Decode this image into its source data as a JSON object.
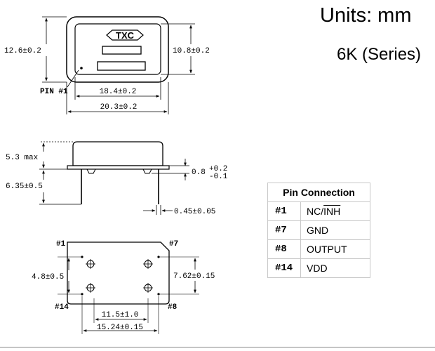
{
  "header": {
    "units": "Units: mm",
    "series": "6K (Series)"
  },
  "top_view": {
    "logo": "TXC",
    "height_outer": "12.6±0.2",
    "height_inner": "10.8±0.2",
    "pin1_label": "PIN #1",
    "width_inner": "18.4±0.2",
    "width_outer": "20.3±0.2"
  },
  "side_view": {
    "max_height": "5.3 max",
    "lead_length": "6.35±0.5",
    "standoff_value": "0.8",
    "standoff_tol_plus": "+0.2",
    "standoff_tol_minus": "-0.1",
    "lead_diameter": "0.45±0.05"
  },
  "bottom_view": {
    "pin1": "#1",
    "pin7": "#7",
    "pin8": "#8",
    "pin14": "#14",
    "pitch_vertical": "4.8±0.5",
    "body_height": "7.62±0.15",
    "pitch_horizontal": "11.5±1.0",
    "pin_span": "15.24±0.15"
  },
  "pin_table": {
    "title": "Pin Connection",
    "rows": [
      {
        "pin": "#1",
        "function_main": "NC/",
        "function_overline": "INH"
      },
      {
        "pin": "#7",
        "function_main": "GND",
        "function_overline": ""
      },
      {
        "pin": "#8",
        "function_main": "OUTPUT",
        "function_overline": ""
      },
      {
        "pin": "#14",
        "function_main": "VDD",
        "function_overline": ""
      }
    ]
  }
}
